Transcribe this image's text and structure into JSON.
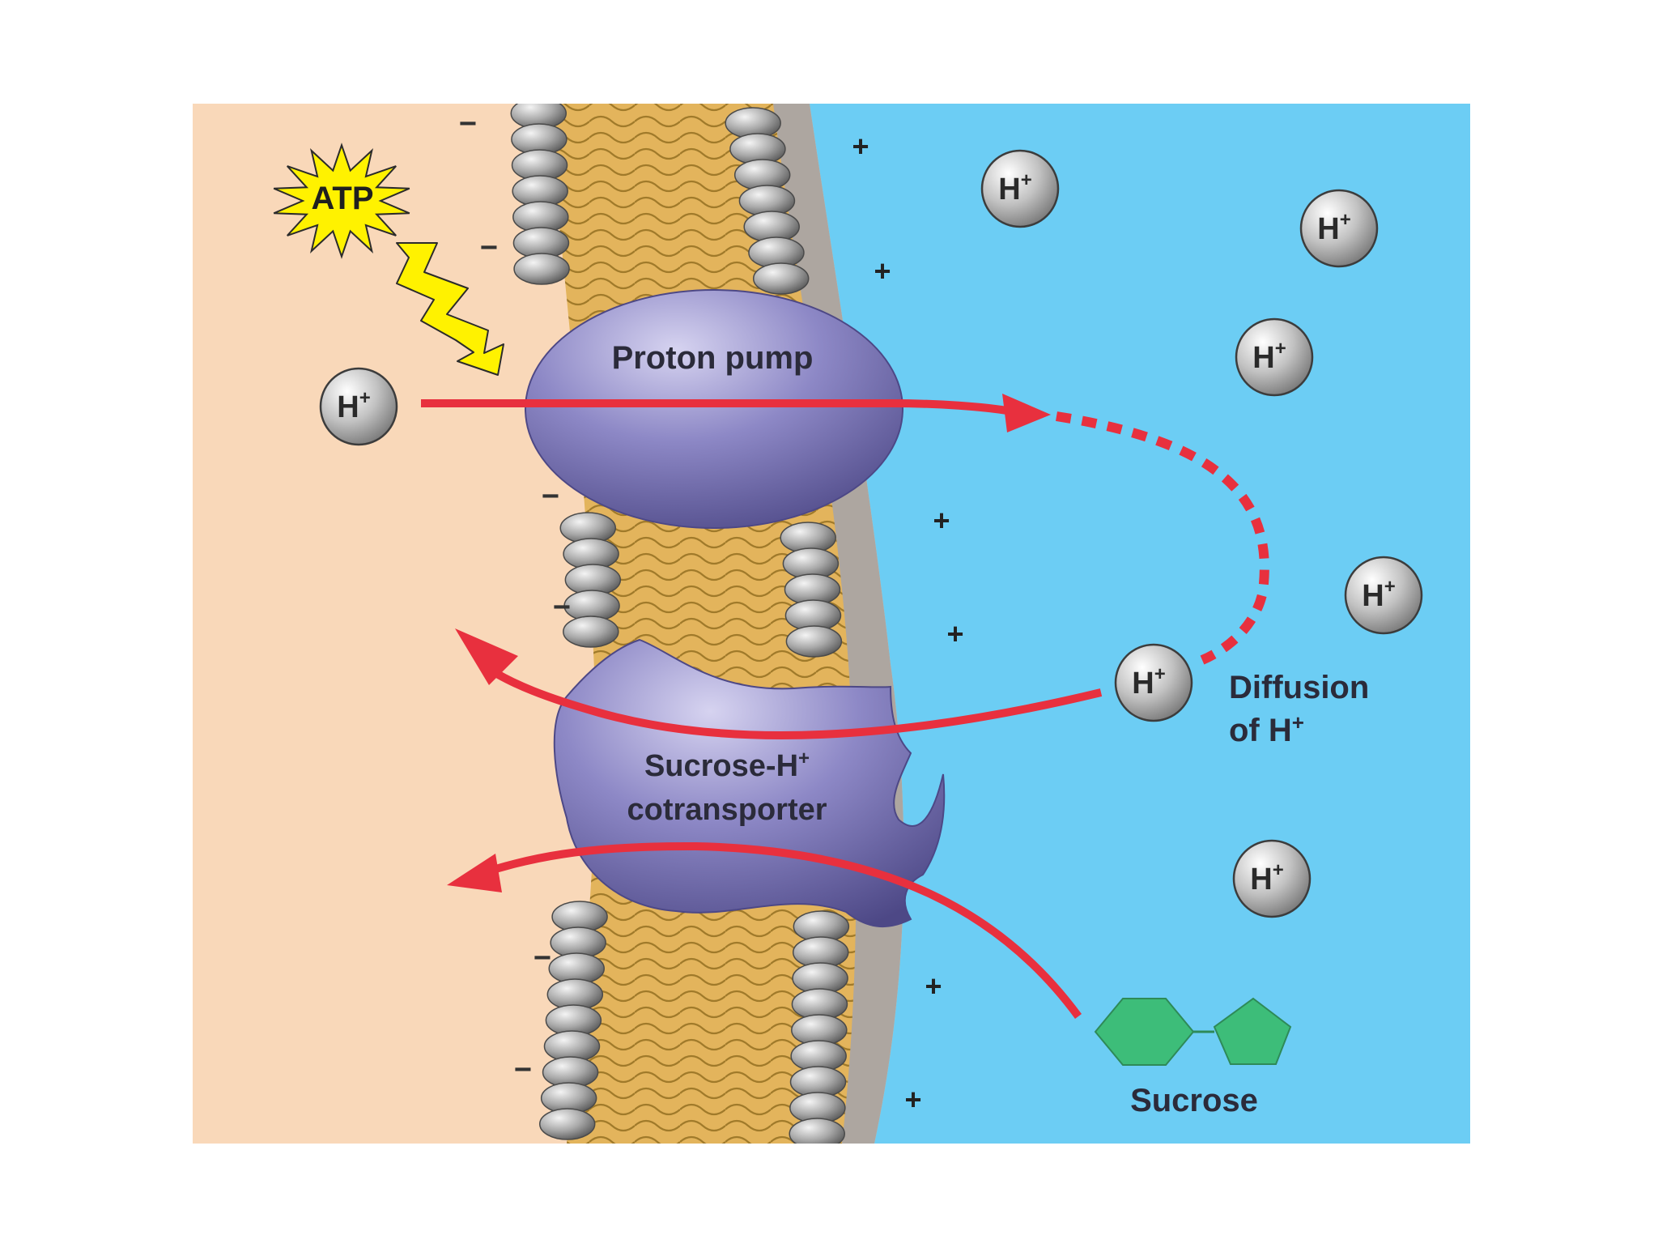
{
  "labels": {
    "atp": "ATP",
    "proton_pump": "Proton pump",
    "cotransporter_line1": "Sucrose-H",
    "cotransporter_line2": "cotransporter",
    "diffusion_line1": "Diffusion",
    "diffusion_line2": "of H",
    "sucrose": "Sucrose"
  },
  "ion": {
    "symbol": "H",
    "charge": "+"
  },
  "charges": {
    "inside": "−",
    "outside": "+"
  },
  "colors": {
    "cytoplasm": "#f9d8b9",
    "extracellular": "#6ccdf4",
    "lipid_tails": "#e3b45c",
    "phospholipid_head": "#a9a9a9",
    "protein": "#8a85c2",
    "arrow": "#e8303e",
    "atp_burst": "#fff200",
    "sucrose": "#3dbd79"
  }
}
